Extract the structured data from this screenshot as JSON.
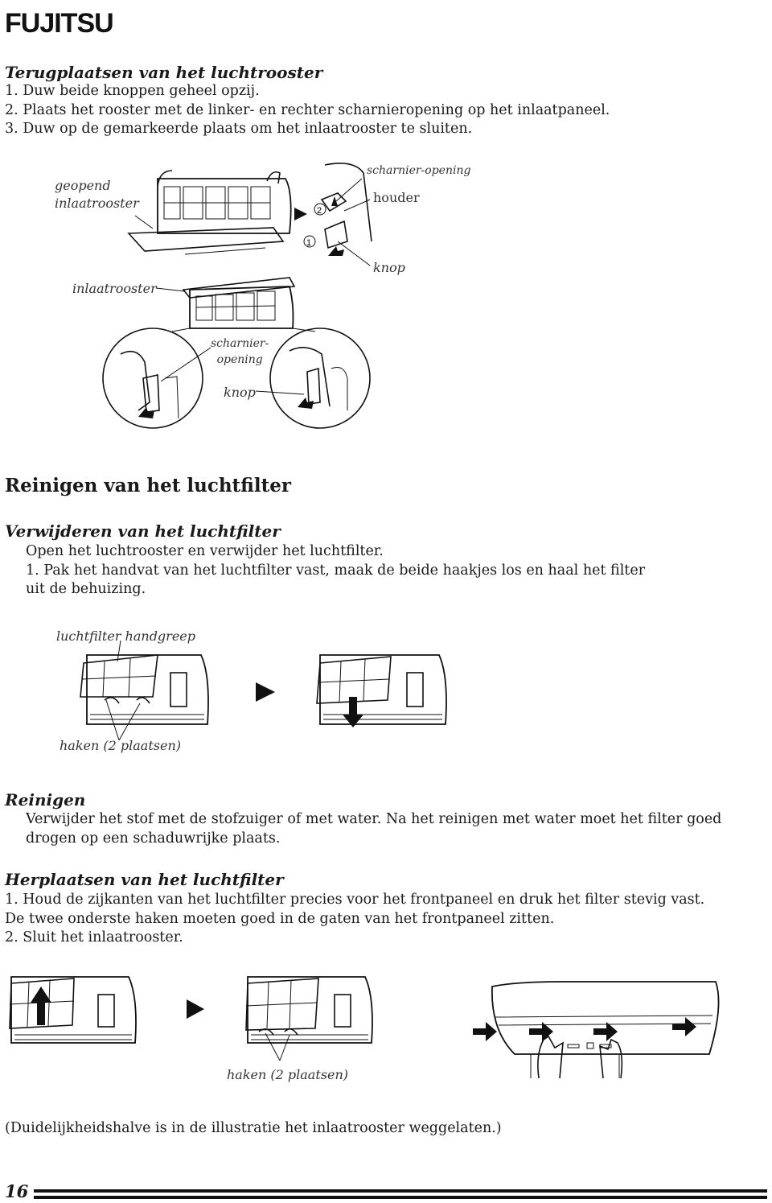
{
  "brand": "FUJITSU",
  "section1": {
    "heading": "Terugplaatsen van het luchtrooster",
    "steps": [
      "1.  Duw beide knoppen geheel opzij.",
      "2.  Plaats het rooster met de linker- en rechter scharnieropening op het inlaatpaneel.",
      "3.  Duw op de gemarkeerde plaats om het inlaatrooster te sluiten."
    ]
  },
  "figure1": {
    "label_open_grille_1": "geopend",
    "label_open_grille_2": "inlaatrooster",
    "label_hinge_opening": "scharnier-opening",
    "label_holder": "houder",
    "label_inlet_grille": "inlaatrooster",
    "label_knob": "knop",
    "label_hinge_opening_split_1": "scharnier-",
    "label_hinge_opening_split_2": "opening",
    "label_knob_2": "knop",
    "marker_1": "1",
    "marker_2": "2"
  },
  "section2": {
    "title": "Reinigen van het luchtfilter",
    "sub1": "Verwijderen van het luchtfilter",
    "line1": "Open het luchtrooster en verwijder het luchtfilter.",
    "line2": "1. Pak het handvat van het luchtfilter vast, maak de beide haakjes los en haal het filter",
    "line3": "uit de behuizing."
  },
  "figure2": {
    "label_handle": "luchtfilter handgreep",
    "label_hooks": "haken (2 plaatsen)"
  },
  "section3": {
    "heading": "Reinigen",
    "line1": "Verwijder het stof met de stofzuiger of met water. Na het reinigen met water moet het filter goed",
    "line2": "drogen op een schaduwrijke plaats."
  },
  "section4": {
    "heading": "Herplaatsen van het luchtfilter",
    "line1": "1. Houd de zijkanten van het luchtfilter precies voor het frontpaneel en druk het filter stevig vast.",
    "line2": "De twee onderste haken moeten goed in de gaten van het frontpaneel zitten.",
    "line3": "2. Sluit het inlaatrooster."
  },
  "figure3": {
    "label_hooks": "haken (2 plaatsen)"
  },
  "note": "(Duidelijkheidshalve is in de illustratie het inlaatrooster weggelaten.)",
  "footer": {
    "page_number": "16"
  }
}
